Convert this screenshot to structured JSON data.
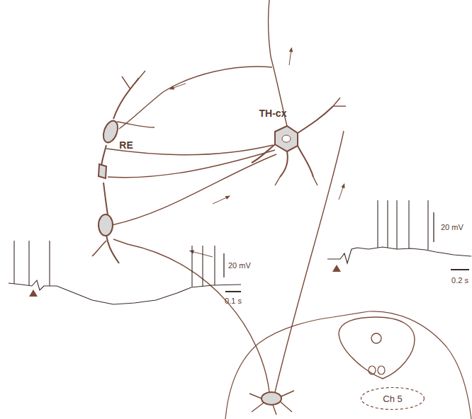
{
  "diagram": {
    "nodes": [
      {
        "text": [
          "Ch 5"
        ]
      }
    ],
    "labels": [
      "RE",
      "TH-cx",
      "20 mV",
      "0.2 s",
      "20 mV",
      "0.1 s"
    ]
  }
}
